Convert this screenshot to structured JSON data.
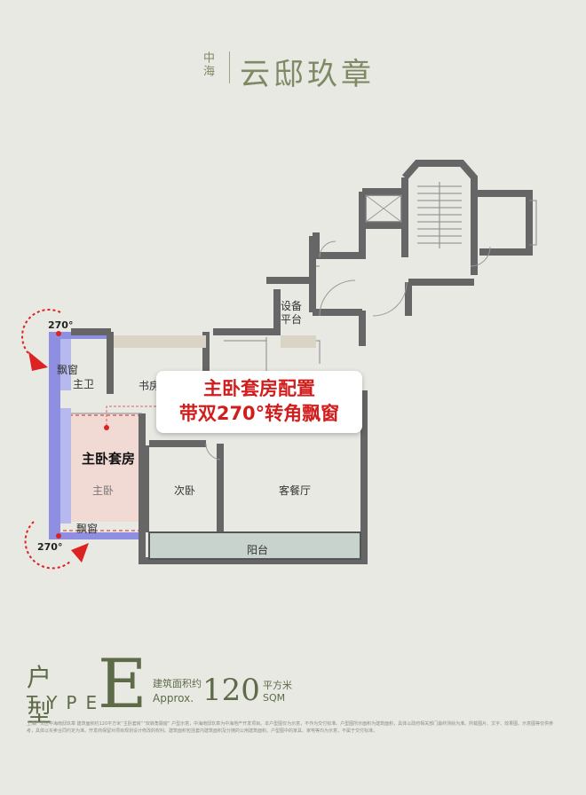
{
  "brand": {
    "small": "中海",
    "name": "云邸玖章"
  },
  "callout": {
    "line1": "主卧套房配置",
    "line2": "带双270°转角飘窗"
  },
  "rooms": {
    "equipment": "设备",
    "platform": "平台",
    "master_bath": "主卫",
    "study": "书房",
    "master_suite": "主卧套房",
    "master_bedroom": "主卧",
    "second_bedroom": "次卧",
    "living_dining": "客餐厅",
    "balcony": "阳台",
    "bay_window_top": "飘窗",
    "bay_window_bottom": "飘窗"
  },
  "angles": {
    "top": "270°",
    "bottom": "270°"
  },
  "unit_type": {
    "label_cn": "户 型",
    "label_en": "TYPE",
    "letter": "E"
  },
  "area": {
    "label_cn": "建筑面积约",
    "label_en": "Approx.",
    "value": "120",
    "unit_cn": "平方米",
    "unit_en": "SQM"
  },
  "disclaimer": "上海广文区中海南邸玖章 建筑面积约120平方米“主卧套房”“双转角飘窗” 户型示意，中海南邸玖章为中海地产开发项目。本户型图仅为示意，不作为交付标准。户型图所示面积为建筑面积，具体以政府相关部门最终测绘为准。所载图片、文字、效果图、示意图等仅供参考，具体以买卖合同约定为准。开发商保留对项目规划设计修改的权利。建筑面积包括套内建筑面积及分摊的公用建筑面积。户型图中的家具、家电等均为示意，不属于交付标准。"
}
